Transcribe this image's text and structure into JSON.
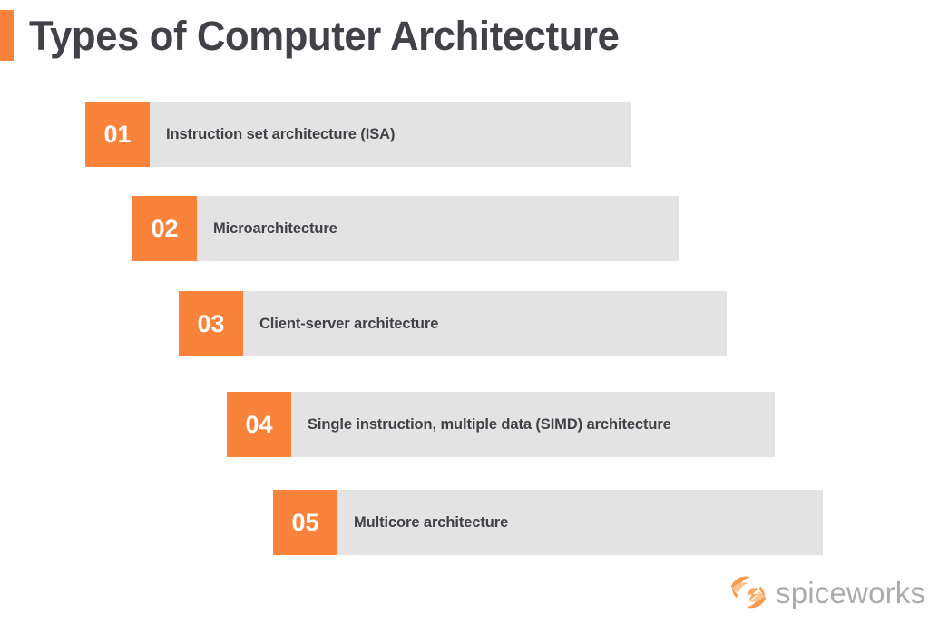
{
  "title": {
    "text": "Types of Computer Architecture",
    "accent_color": "#F9833A",
    "text_color": "#414247"
  },
  "colors": {
    "orange": "#F9833A",
    "bar_gray": "#E3E3E3",
    "text_dark": "#414247",
    "logo_gray": "#ABABAB",
    "background": "#FFFFFF"
  },
  "list": {
    "items": [
      {
        "number": "01",
        "label": "Instruction set architecture (ISA)"
      },
      {
        "number": "02",
        "label": "Microarchitecture"
      },
      {
        "number": "03",
        "label": "Client-server architecture"
      },
      {
        "number": "04",
        "label": "Single instruction, multiple data (SIMD) architecture"
      },
      {
        "number": "05",
        "label": "Multicore architecture"
      }
    ]
  },
  "logo": {
    "wordmark": "spiceworks",
    "mark_colors": [
      "#F79A4B",
      "#F9C491"
    ]
  }
}
